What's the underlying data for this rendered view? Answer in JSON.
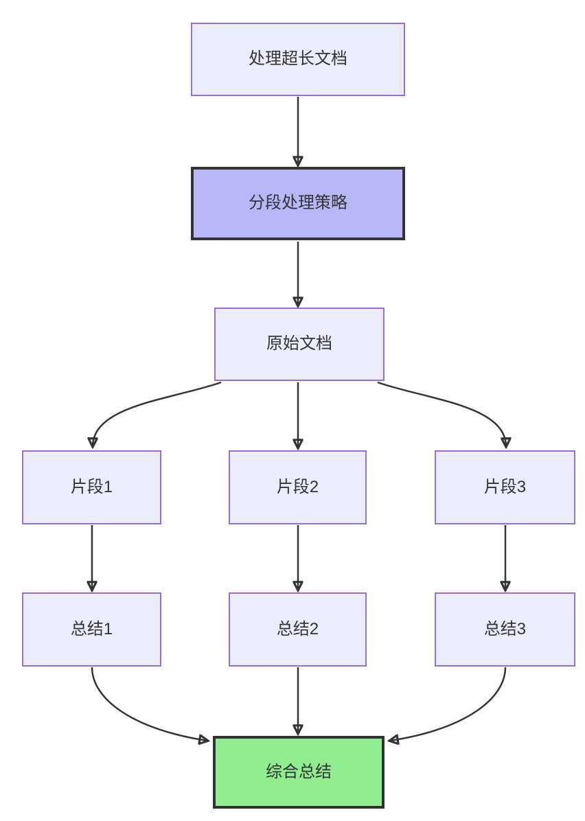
{
  "diagram": {
    "type": "flowchart-top-down",
    "nodes": [
      {
        "id": "A",
        "label": "处理超长文档",
        "style": "default"
      },
      {
        "id": "B",
        "label": "分段处理策略",
        "style": "highlight"
      },
      {
        "id": "C",
        "label": "原始文档",
        "style": "default"
      },
      {
        "id": "D1",
        "label": "片段1",
        "style": "default"
      },
      {
        "id": "D2",
        "label": "片段2",
        "style": "default"
      },
      {
        "id": "D3",
        "label": "片段3",
        "style": "default"
      },
      {
        "id": "E1",
        "label": "总结1",
        "style": "default"
      },
      {
        "id": "E2",
        "label": "总结2",
        "style": "default"
      },
      {
        "id": "E3",
        "label": "总结3",
        "style": "default"
      },
      {
        "id": "F",
        "label": "综合总结",
        "style": "success"
      }
    ],
    "edges": [
      {
        "from": "处理超长文档",
        "to": "分段处理策略"
      },
      {
        "from": "分段处理策略",
        "to": "原始文档"
      },
      {
        "from": "原始文档",
        "to": "片段1"
      },
      {
        "from": "原始文档",
        "to": "片段2"
      },
      {
        "from": "原始文档",
        "to": "片段3"
      },
      {
        "from": "片段1",
        "to": "总结1"
      },
      {
        "from": "片段2",
        "to": "总结2"
      },
      {
        "from": "片段3",
        "to": "总结3"
      },
      {
        "from": "总结1",
        "to": "综合总结"
      },
      {
        "from": "总结2",
        "to": "综合总结"
      },
      {
        "from": "总结3",
        "to": "综合总结"
      }
    ],
    "colors": {
      "node_fill": "#ECECFF",
      "node_border": "#9370DB",
      "highlight_fill": "#B8B8F8",
      "success_fill": "#90EE90",
      "edge": "#333333",
      "text": "#333333",
      "bg": "#FFFFFF"
    }
  }
}
